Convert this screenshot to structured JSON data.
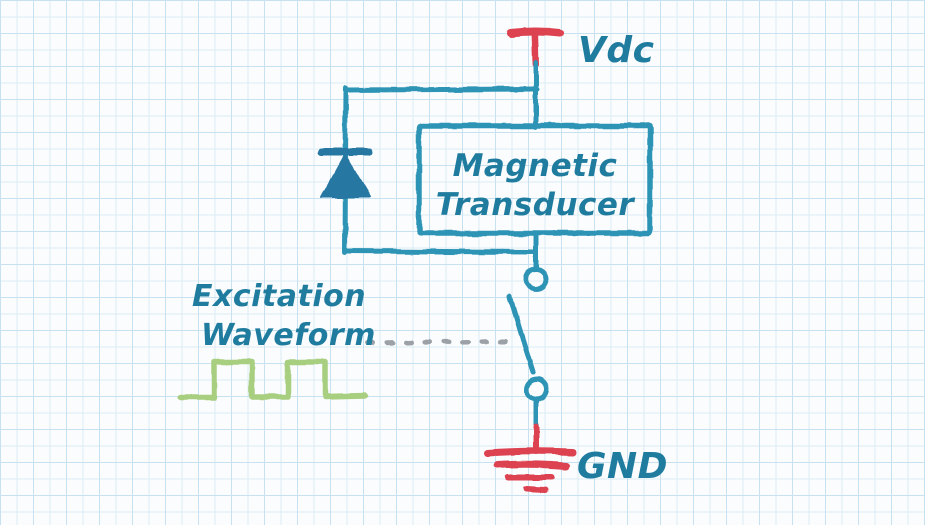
{
  "diagram": {
    "description": "Hand-drawn schematic of a magnetic transducer drive circuit sketched on blue graph paper",
    "labels": {
      "supply": "Vdc",
      "ground": "GND",
      "transducer_line1": "Magnetic",
      "transducer_line2": "Transducer",
      "excitation_line1": "Excitation",
      "excitation_line2": "Waveform"
    },
    "components": [
      {
        "name": "vdc-power-terminal-icon"
      },
      {
        "name": "flyback-diode-icon"
      },
      {
        "name": "magnetic-transducer-box"
      },
      {
        "name": "open-switch-icon"
      },
      {
        "name": "ground-symbol-icon"
      },
      {
        "name": "square-wave-icon"
      },
      {
        "name": "dotted-leader-line"
      }
    ],
    "waveform": {
      "type": "square",
      "pulses": 2,
      "levels": [
        "low",
        "high",
        "low",
        "high",
        "low"
      ]
    },
    "colors": {
      "wire_teal": "#2E94B5",
      "text_teal": "#1F7C9E",
      "diode_blue": "#2878A3",
      "accent_red": "#DD4351",
      "waveform_green": "#A8CE80",
      "leader_gray": "#9BA1A6",
      "grid_line": "#DCEBF4",
      "grid_line_major": "#C8E1F0",
      "paper": "#FAFCFE"
    }
  }
}
